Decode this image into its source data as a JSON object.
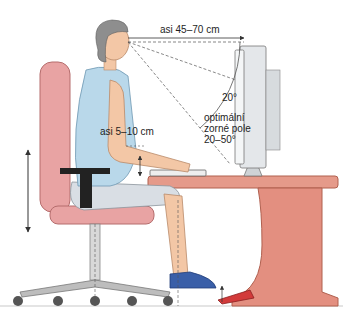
{
  "diagram": {
    "labels": [
      "asi 45–70 cm",
      "20°",
      "optimální zorné pole 20–50°",
      "asi 5–10 cm"
    ]
  }
}
